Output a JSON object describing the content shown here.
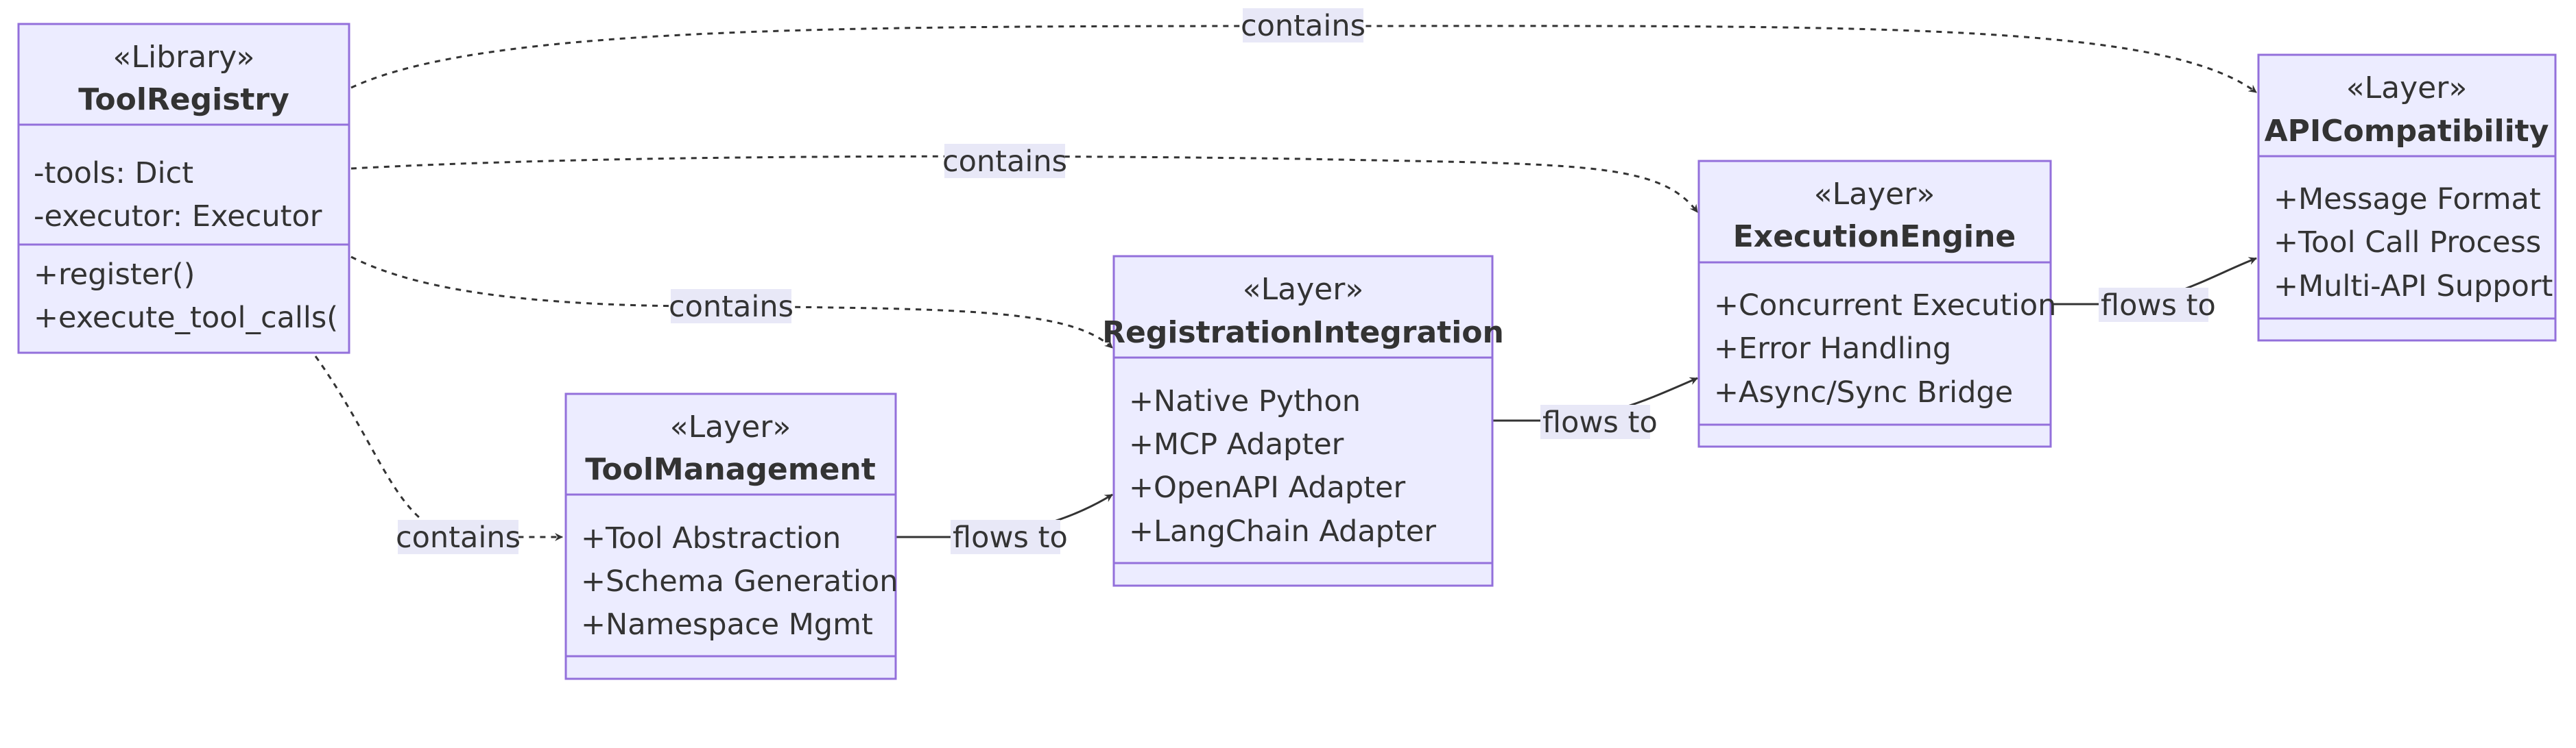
{
  "classes": {
    "tool_registry": {
      "stereotype": "«Library»",
      "name": "ToolRegistry",
      "attributes": [
        "-tools: Dict",
        "-executor: Executor"
      ],
      "methods": [
        "+register()",
        "+execute_tool_calls()"
      ]
    },
    "tool_management": {
      "stereotype": "«Layer»",
      "name": "ToolManagement",
      "attributes": [
        "+Tool Abstraction",
        "+Schema Generation",
        "+Namespace Mgmt"
      ]
    },
    "registration_integration": {
      "stereotype": "«Layer»",
      "name": "RegistrationIntegration",
      "attributes": [
        "+Native Python",
        "+MCP Adapter",
        "+OpenAPI Adapter",
        "+LangChain Adapter"
      ]
    },
    "execution_engine": {
      "stereotype": "«Layer»",
      "name": "ExecutionEngine",
      "attributes": [
        "+Concurrent Execution",
        "+Error Handling",
        "+Async/Sync Bridge"
      ]
    },
    "api_compatibility": {
      "stereotype": "«Layer»",
      "name": "APICompatibility",
      "attributes": [
        "+Message Format",
        "+Tool Call Process",
        "+Multi-API Support"
      ]
    }
  },
  "edges": {
    "contains_api": "contains",
    "contains_exec": "contains",
    "contains_reg": "contains",
    "contains_tool": "contains",
    "flows_tm_ri": "flows to",
    "flows_ri_ee": "flows to",
    "flows_ee_api": "flows to"
  },
  "colors": {
    "node_fill": "#ECECFF",
    "node_stroke": "#9370DB",
    "edge": "#333333",
    "label_bg": "#E8E8F7"
  }
}
